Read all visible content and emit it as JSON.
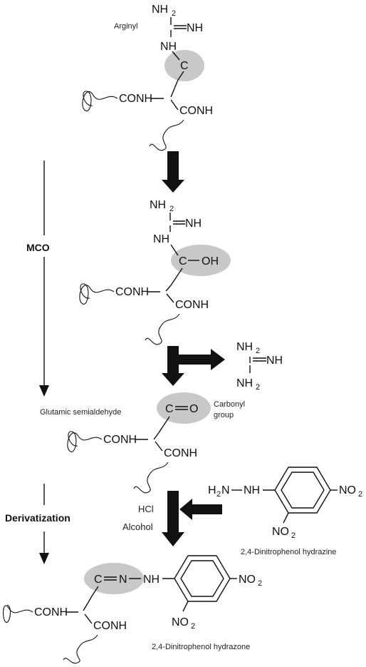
{
  "labels": {
    "arginyl": "Arginyl",
    "mco": "MCO",
    "glutamic_semialdehyde": "Glutamic semialdehyde",
    "carbonyl_group_line1": "Carbonyl",
    "carbonyl_group_line2": "group",
    "derivatization": "Derivatization",
    "hcl": "HCl",
    "alcohol": "Alcohol",
    "dnph_reagent": "2,4-Dinitrophenol hydrazine",
    "dnph_product": "2,4-Dinitrophenol hydrazone"
  },
  "chem": {
    "nh2": "NH",
    "two": "2",
    "nh": "NH",
    "nh_alt": "NH",
    "c": "C",
    "oh": "OH",
    "conh": "CONH",
    "o": "O",
    "n": "N",
    "h": "H",
    "no2": "NO",
    "h2n_h": "H",
    "h2n_n": "N"
  },
  "colors": {
    "highlight": "#c8c8c8",
    "ink": "#111111"
  }
}
